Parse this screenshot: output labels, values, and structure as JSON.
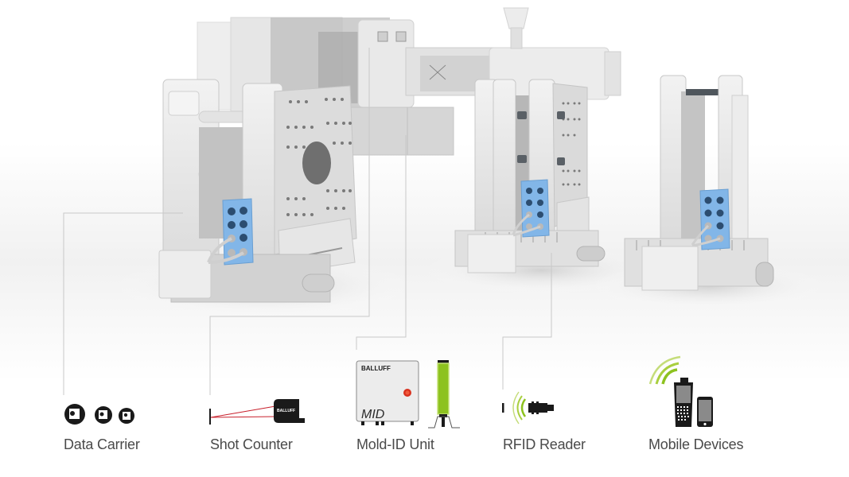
{
  "scene": {
    "description": "Injection molding machine with three mold units and Balluff identification components",
    "colors": {
      "background": "#ffffff",
      "machine_light": "#ececec",
      "machine_mid": "#d4d4d4",
      "machine_dark": "#a9a9a9",
      "connector_block": "#82b6e8",
      "connector_line": "#c8c8c8",
      "label_text": "#4a4a4a",
      "accent_green": "#8dc21f",
      "laser_red": "#c8202c",
      "led_red": "#d9321f",
      "icon_black": "#1a1a1a"
    }
  },
  "components": [
    {
      "id": "data-carrier",
      "label": "Data Carrier",
      "icon": "data-carrier-discs-icon"
    },
    {
      "id": "shot-counter",
      "label": "Shot Counter",
      "icon": "shot-counter-icon",
      "brand": "BALLUFF"
    },
    {
      "id": "mold-id-unit",
      "label": "Mold-ID Unit",
      "icon": "mold-id-unit-icon",
      "brand": "BALLUFF",
      "device_text": "MID"
    },
    {
      "id": "rfid-reader",
      "label": "RFID Reader",
      "icon": "rfid-reader-icon"
    },
    {
      "id": "mobile-devices",
      "label": "Mobile Devices",
      "icon": "mobile-devices-icon"
    }
  ]
}
